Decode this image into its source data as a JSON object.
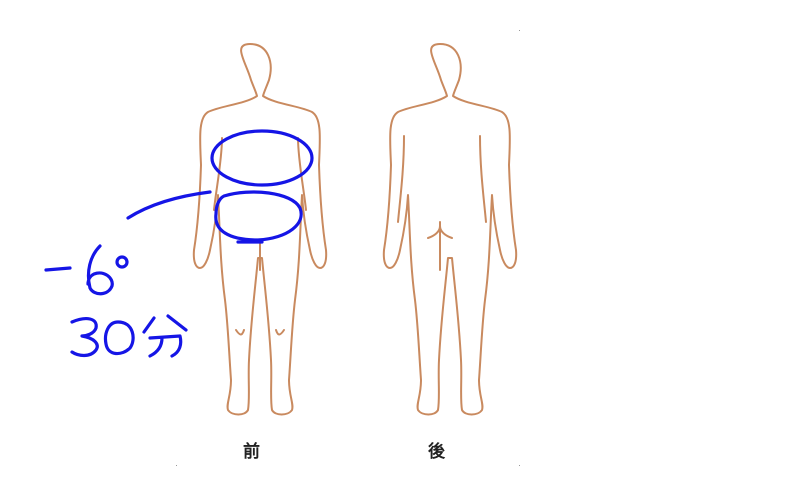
{
  "labels": {
    "front": "前",
    "back": "後"
  },
  "annotation": {
    "temperature": "-6°",
    "duration": "30分"
  },
  "colors": {
    "outline": "#c98a5f",
    "ink": "#1515e6"
  }
}
